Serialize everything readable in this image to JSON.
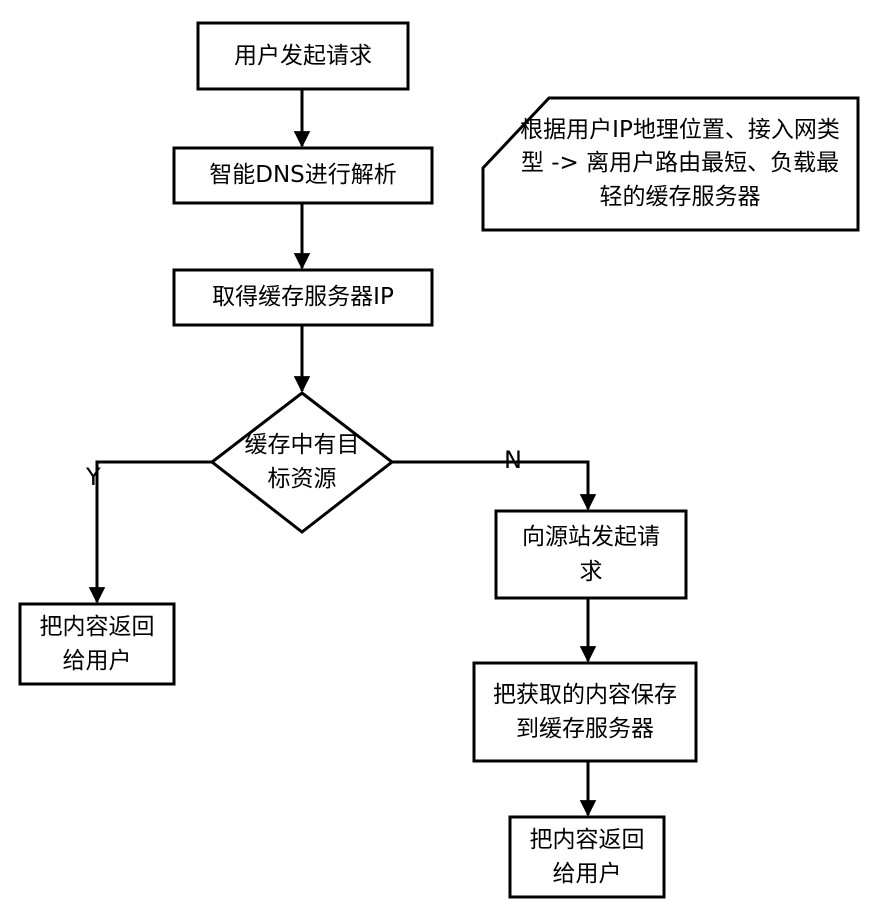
{
  "colors": {
    "stroke": "#000000",
    "fill": "#ffffff",
    "text": "#000000"
  },
  "nodes": {
    "start": {
      "text": "用户发起请求"
    },
    "dns": {
      "text": "智能DNS进行解析"
    },
    "cache_ip": {
      "text": "取得缓存服务器IP"
    },
    "decision": {
      "text": "缓存中有目标资源"
    },
    "return_y": {
      "text": "把内容返回给用户"
    },
    "origin": {
      "text": "向源站发起请求"
    },
    "save": {
      "text": "把获取的内容保存到缓存服务器"
    },
    "return_n": {
      "text": "把内容返回给用户"
    }
  },
  "note": {
    "text": "根据用户IP地理位置、接入网类型 -> 离用户路由最短、负载最轻的缓存服务器"
  },
  "edges": {
    "yes_label": "Y",
    "no_label": "N"
  }
}
